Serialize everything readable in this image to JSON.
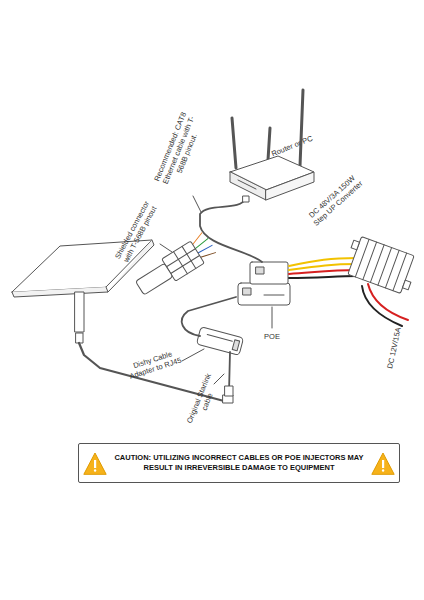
{
  "diagram": {
    "nodes": [
      {
        "text": [
          "CAUTION: UTILIZING INCORRECT CABLES OR POE INJECTORS MAY RESULT IN IRREVERSIBLE DAMAGE TO EQUIPMENT"
        ]
      }
    ],
    "labels": [
      "Recommended: CAT8 Ethernet cable with T-568B pinout.",
      "Router or PC",
      "DC 48V/3A 150W Step UP Converter",
      "Shielded connector with T-568B pinout",
      "POE",
      "DC 12V/15A",
      "Dishy Cable Adapter to RJ45",
      "Original Starlink cable"
    ]
  }
}
